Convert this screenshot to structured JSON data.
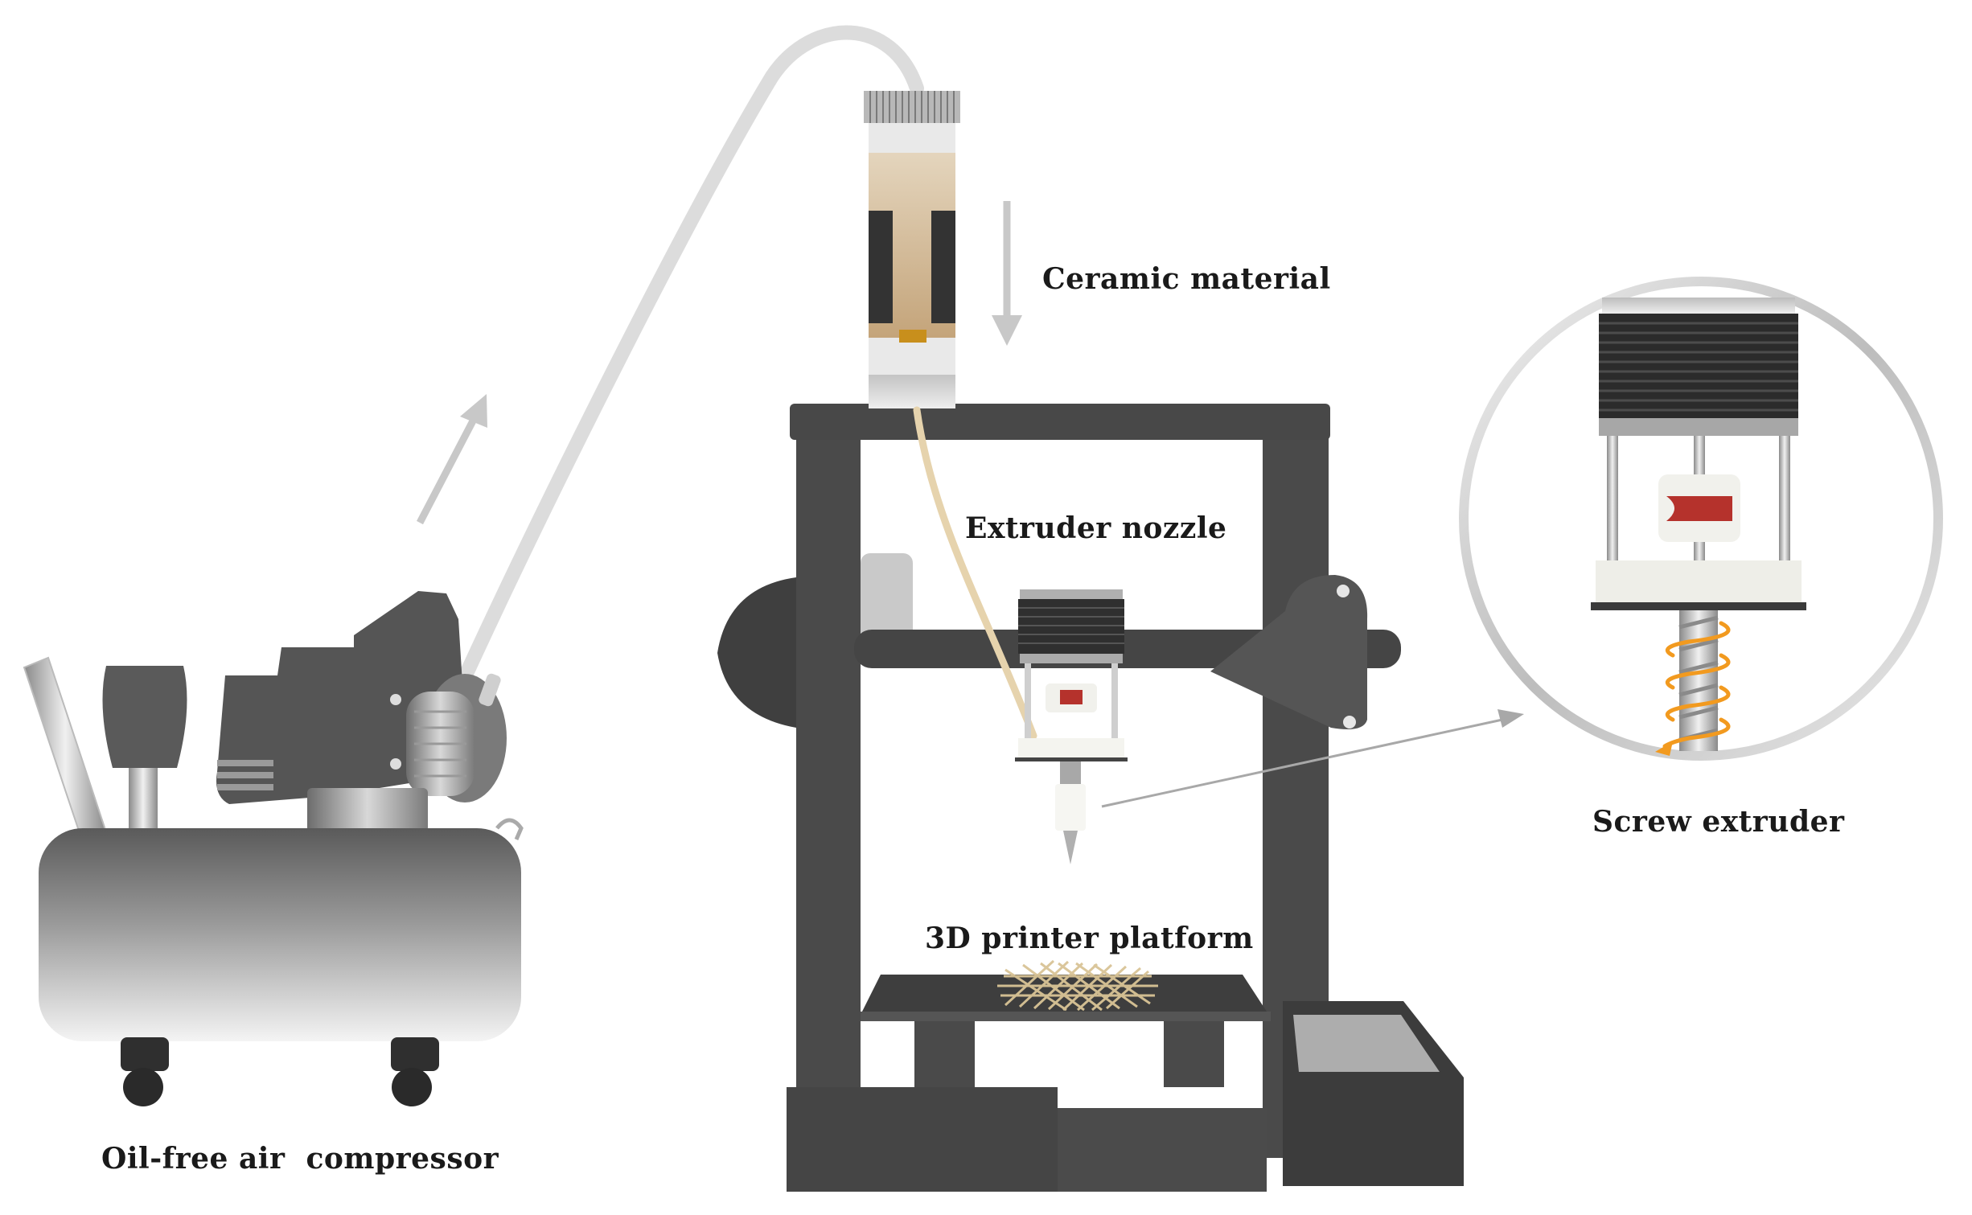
{
  "labels": {
    "ceramic_material": "Ceramic material",
    "extruder_nozzle": "Extruder nozzle",
    "screw_extruder": "Screw extruder",
    "platform": "3D printer platform",
    "compressor": "Oil-free air  compressor"
  },
  "colors": {
    "frame": "#4a4a4a",
    "frame_dark": "#3a3a3a",
    "hose": "#dcdcdc",
    "ceramic": "#c9b191",
    "feed_tube": "#e6d3ad",
    "arrow": "#c8c8c8",
    "screw_arrow": "#f29a1f",
    "nozzle_red": "#b5322c"
  }
}
